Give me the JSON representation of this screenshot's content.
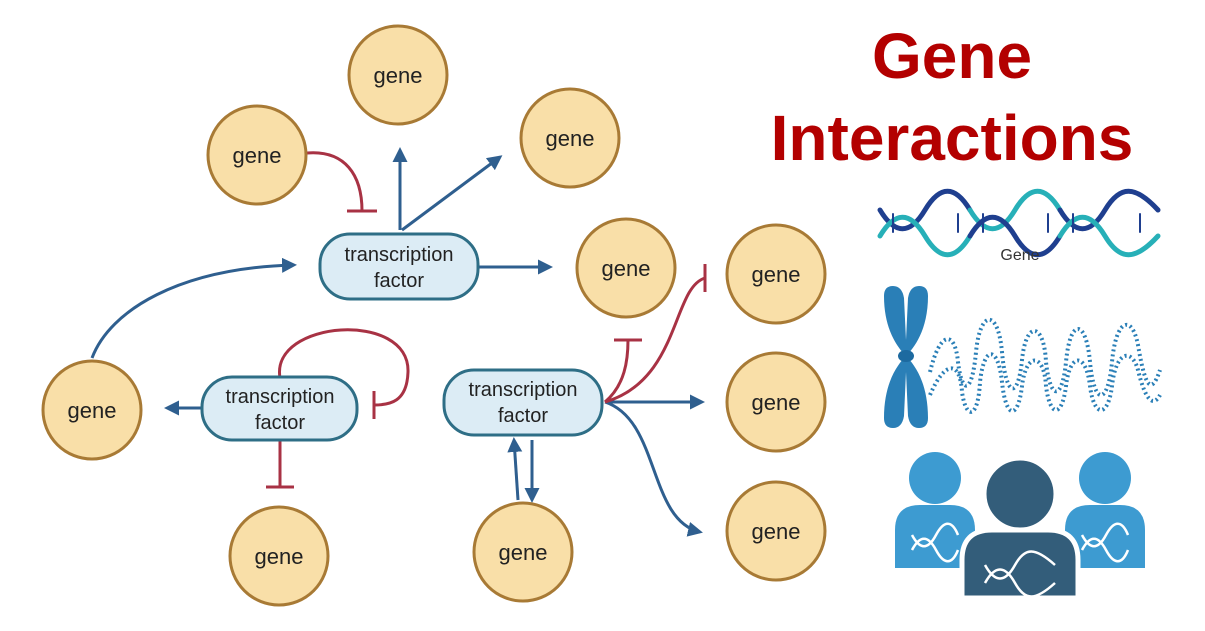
{
  "title": {
    "line1": "Gene",
    "line2": "Interactions"
  },
  "node_labels": {
    "gene": "gene",
    "transcription_factor_line1": "transcription",
    "transcription_factor_line2": "factor"
  },
  "icon_caption": {
    "dna": "Gene"
  },
  "icons": [
    "dna-helix-icon",
    "chromosome-icon",
    "people-dna-icon"
  ],
  "colors": {
    "title": "#b30000",
    "gene_fill": "#f9dfa8",
    "gene_stroke": "#a87a35",
    "tf_fill": "#dcecf5",
    "tf_stroke": "#2e6e86",
    "activation": "#2f5f8f",
    "inhibition": "#a83244",
    "dna_dark": "#1f3f8f",
    "dna_teal": "#27b0b8",
    "chromosome": "#2a7fb7",
    "person_light": "#3d9bd1",
    "person_dark": "#335d7a"
  }
}
